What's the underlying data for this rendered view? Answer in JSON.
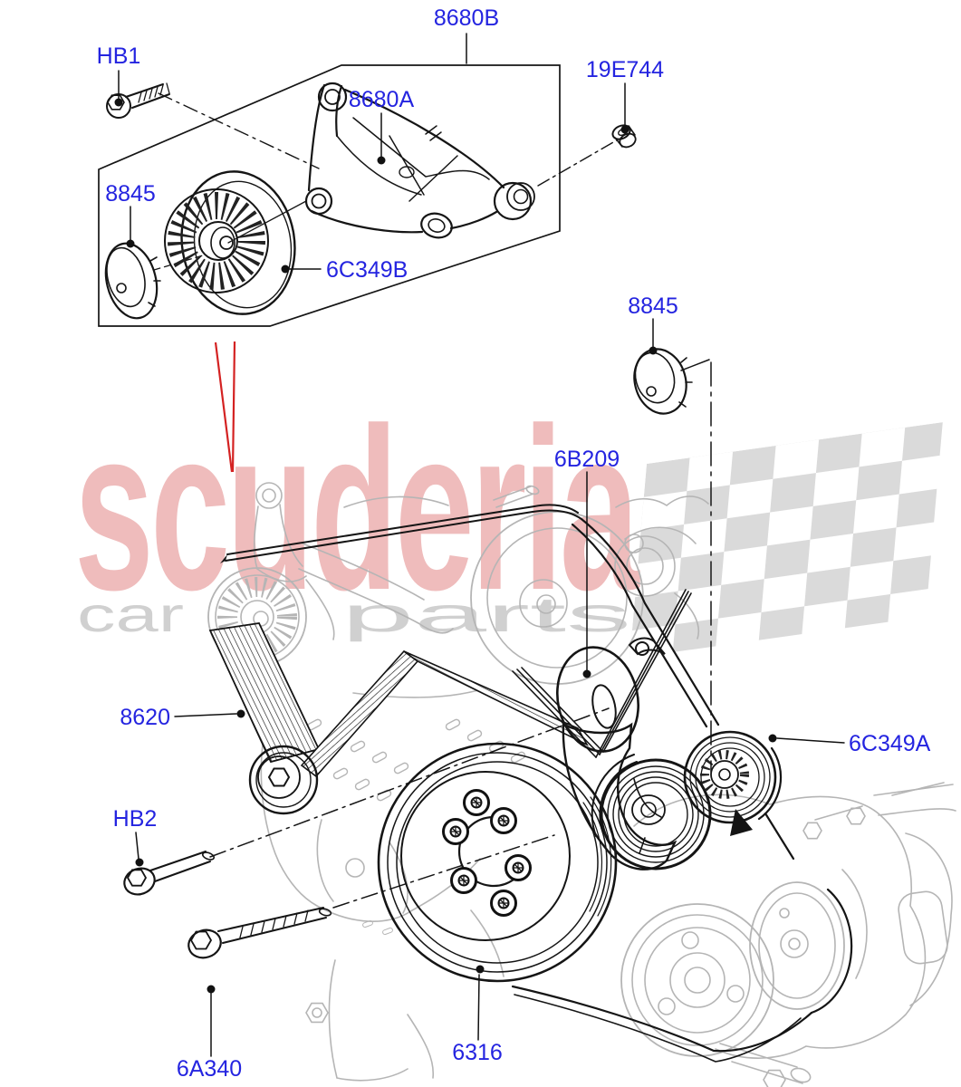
{
  "callouts": [
    {
      "id": "8680B",
      "label": "8680B"
    },
    {
      "id": "HB1",
      "label": "HB1"
    },
    {
      "id": "8845-top",
      "label": "8845"
    },
    {
      "id": "8680A",
      "label": "8680A"
    },
    {
      "id": "6C349B",
      "label": "6C349B"
    },
    {
      "id": "19E744",
      "label": "19E744"
    },
    {
      "id": "8845-right",
      "label": "8845"
    },
    {
      "id": "6B209",
      "label": "6B209"
    },
    {
      "id": "8620",
      "label": "8620"
    },
    {
      "id": "6C349A",
      "label": "6C349A"
    },
    {
      "id": "HB2",
      "label": "HB2"
    },
    {
      "id": "6A340",
      "label": "6A340"
    },
    {
      "id": "6316",
      "label": "6316"
    }
  ],
  "watermark": {
    "brand": "scuderia",
    "tagline_left": "car",
    "tagline_right": "parts",
    "brand_color": "#d95f5f",
    "tagline_color": "#d0d0d0",
    "flag_color": "#dadada"
  },
  "colors": {
    "label": "#2424e0",
    "leader": "#111111",
    "pointer_red": "#d42222",
    "line": "#151515",
    "faded": "#b5b5b5",
    "background": "#ffffff"
  }
}
